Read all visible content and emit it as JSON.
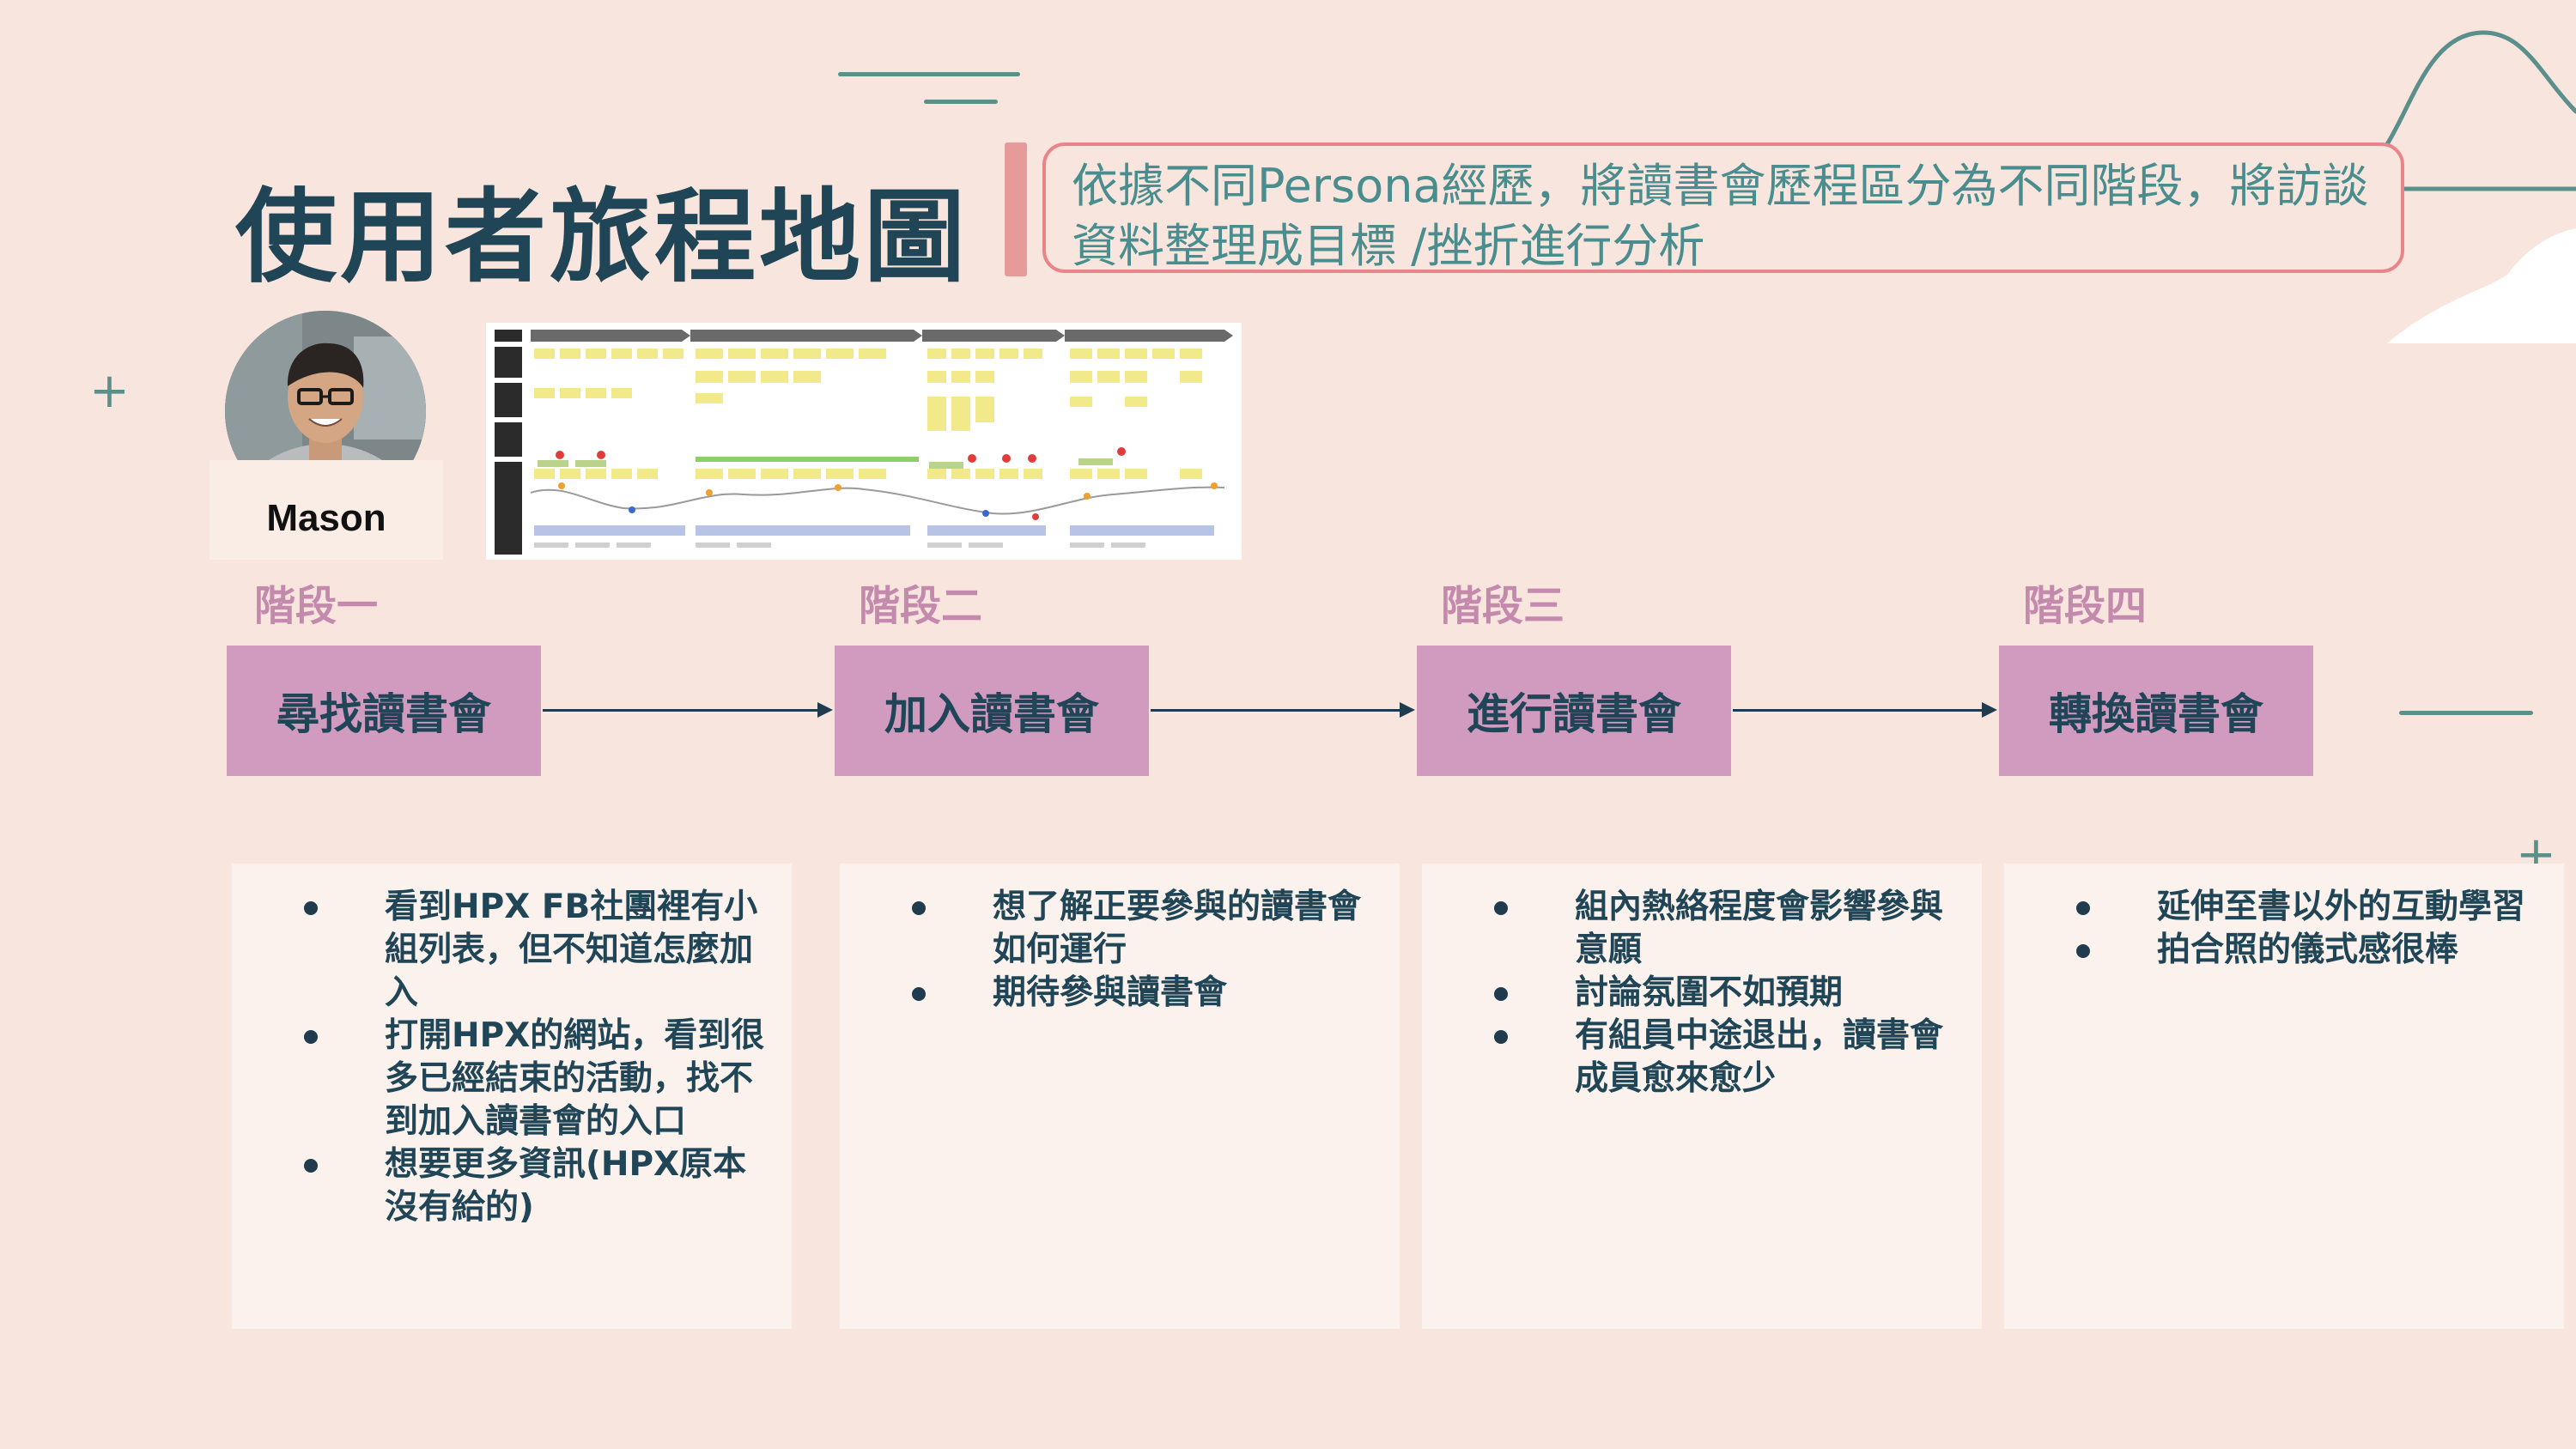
{
  "slide": {
    "title": "使用者旅程地圖",
    "callout": "依據不同Persona經歷，將讀書會歷程區分為不同階段，將訪談資料整理成目標 /挫折進行分析"
  },
  "persona": {
    "name": "Mason"
  },
  "stages": [
    {
      "label": "階段一",
      "name": "尋找讀書會",
      "notes": [
        "看到HPX FB社團裡有小組列表，但不知道怎麼加入",
        "打開HPX的網站，看到很多已經結束的活動，找不到加入讀書會的入口",
        "想要更多資訊(HPX原本沒有給的)"
      ]
    },
    {
      "label": "階段二",
      "name": "加入讀書會",
      "notes": [
        "想了解正要參與的讀書會如何運行",
        "期待參與讀書會"
      ]
    },
    {
      "label": "階段三",
      "name": "進行讀書會",
      "notes": [
        "組內熱絡程度會影響參與意願",
        "討論氛圍不如預期",
        "有組員中途退出，讀書會成員愈來愈少"
      ]
    },
    {
      "label": "階段四",
      "name": "轉換讀書會",
      "notes": [
        "延伸至書以外的互動學習",
        "拍合照的儀式感很棒"
      ]
    }
  ]
}
